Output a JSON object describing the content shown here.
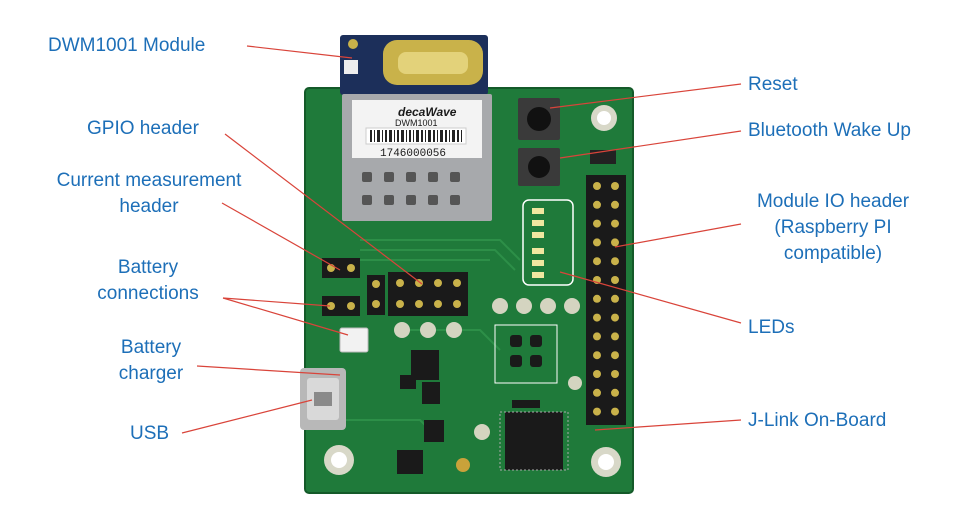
{
  "colors": {
    "label_text": "#1d6fb8",
    "leader_line": "#d9443a",
    "pcb_green": "#1f7a3a",
    "pcb_dark": "#145a29",
    "header_black": "#1a1a1a",
    "gold_pad": "#c9b24a",
    "module_blue": "#1c2f5a"
  },
  "labels": {
    "dwm1001_module": "DWM1001 Module",
    "gpio_header": "GPIO header",
    "current_measurement_header": [
      "Current measurement",
      "header"
    ],
    "battery_connections": [
      "Battery",
      "connections"
    ],
    "battery_charger": [
      "Battery",
      "charger"
    ],
    "usb": "USB",
    "reset": "Reset",
    "bluetooth_wake_up": "Bluetooth Wake Up",
    "module_io_header": [
      "Module IO header",
      "(Raspberry PI",
      "compatible)"
    ],
    "leds": "LEDs",
    "jlink_onboard": "J-Link On-Board"
  },
  "module_text": {
    "brand": "decaWave",
    "model": "DWM1001",
    "serial": "1746000056"
  }
}
